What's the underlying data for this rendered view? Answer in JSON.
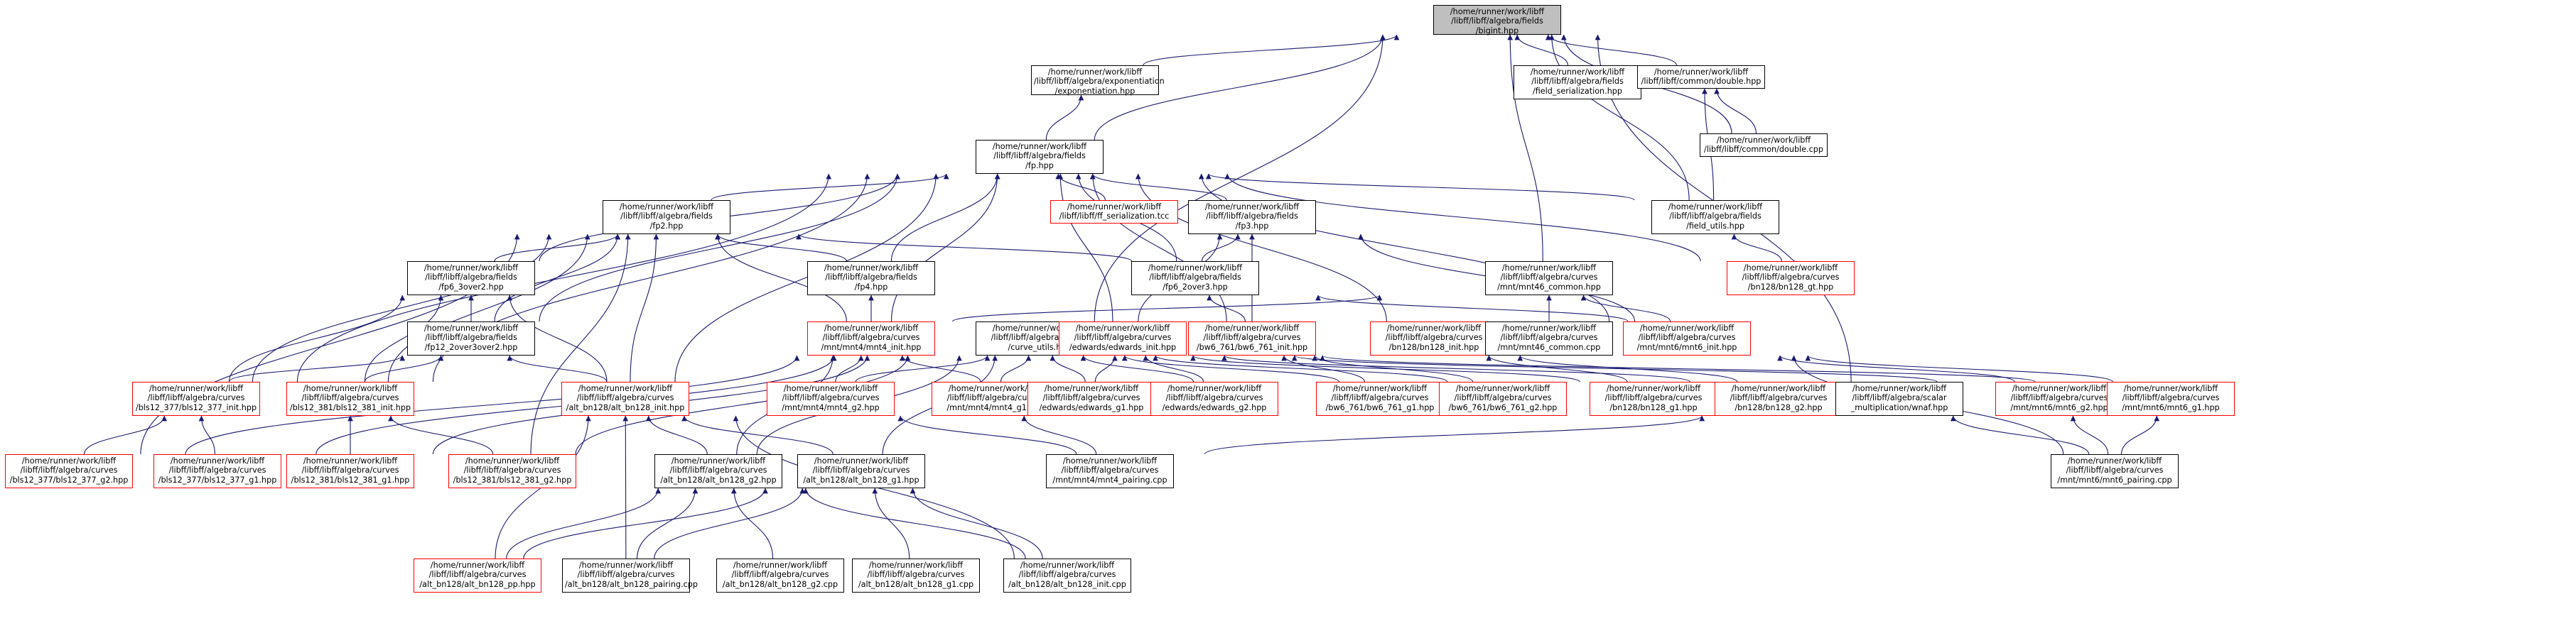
{
  "nodes": [
    {
      "id": "bigint",
      "lines": [
        "/home/runner/work/libff",
        "/libff/libff/algebra/fields",
        "/bigint.hpp"
      ],
      "kind": "grey"
    },
    {
      "id": "expo",
      "lines": [
        "/home/runner/work/libff",
        "/libff/libff/algebra/exponentiation",
        "/exponentiation.hpp"
      ],
      "kind": "plain"
    },
    {
      "id": "fser",
      "lines": [
        "/home/runner/work/libff",
        "/libff/libff/algebra/fields",
        "/field_serialization.hpp"
      ],
      "kind": "plain"
    },
    {
      "id": "dblh",
      "lines": [
        "/home/runner/work/libff",
        "/libff/libff/common/double.hpp"
      ],
      "kind": "plain"
    },
    {
      "id": "fp",
      "lines": [
        "/home/runner/work/libff",
        "/libff/libff/algebra/fields",
        "/fp.hpp"
      ],
      "kind": "plain"
    },
    {
      "id": "dblc",
      "lines": [
        "/home/runner/work/libff",
        "/libff/libff/common/double.cpp"
      ],
      "kind": "plain"
    },
    {
      "id": "ffser",
      "lines": [
        "/home/runner/work/libff",
        "/libff/libff/ff_serialization.tcc"
      ],
      "kind": "red"
    },
    {
      "id": "fp2",
      "lines": [
        "/home/runner/work/libff",
        "/libff/libff/algebra/fields",
        "/fp2.hpp"
      ],
      "kind": "plain"
    },
    {
      "id": "fp3",
      "lines": [
        "/home/runner/work/libff",
        "/libff/libff/algebra/fields",
        "/fp3.hpp"
      ],
      "kind": "plain"
    },
    {
      "id": "futil",
      "lines": [
        "/home/runner/work/libff",
        "/libff/libff/algebra/fields",
        "/field_utils.hpp"
      ],
      "kind": "plain"
    },
    {
      "id": "fp63o2",
      "lines": [
        "/home/runner/work/libff",
        "/libff/libff/algebra/fields",
        "/fp6_3over2.hpp"
      ],
      "kind": "plain"
    },
    {
      "id": "fp4",
      "lines": [
        "/home/runner/work/libff",
        "/libff/libff/algebra/fields",
        "/fp4.hpp"
      ],
      "kind": "plain"
    },
    {
      "id": "fp62o3",
      "lines": [
        "/home/runner/work/libff",
        "/libff/libff/algebra/fields",
        "/fp6_2over3.hpp"
      ],
      "kind": "plain"
    },
    {
      "id": "mnt46c",
      "lines": [
        "/home/runner/work/libff",
        "/libff/libff/algebra/curves",
        "/mnt/mnt46_common.hpp"
      ],
      "kind": "plain"
    },
    {
      "id": "bn128gt",
      "lines": [
        "/home/runner/work/libff",
        "/libff/libff/algebra/curves",
        "/bn128/bn128_gt.hpp"
      ],
      "kind": "red"
    },
    {
      "id": "fp12",
      "lines": [
        "/home/runner/work/libff",
        "/libff/libff/algebra/fields",
        "/fp12_2over3over2.hpp"
      ],
      "kind": "plain"
    },
    {
      "id": "mnt4init",
      "lines": [
        "/home/runner/work/libff",
        "/libff/libff/algebra/curves",
        "/mnt/mnt4/mnt4_init.hpp"
      ],
      "kind": "red"
    },
    {
      "id": "cutils",
      "lines": [
        "/home/runner/work/libff",
        "/libff/libff/algebra/curves",
        "/curve_utils.hpp"
      ],
      "kind": "plain"
    },
    {
      "id": "edinit",
      "lines": [
        "/home/runner/work/libff",
        "/libff/libff/algebra/curves",
        "/edwards/edwards_init.hpp"
      ],
      "kind": "red"
    },
    {
      "id": "bw6init",
      "lines": [
        "/home/runner/work/libff",
        "/libff/libff/algebra/curves",
        "/bw6_761/bw6_761_init.hpp"
      ],
      "kind": "red"
    },
    {
      "id": "bn128init",
      "lines": [
        "/home/runner/work/libff",
        "/libff/libff/algebra/curves",
        "/bn128/bn128_init.hpp"
      ],
      "kind": "red"
    },
    {
      "id": "mnt46cc",
      "lines": [
        "/home/runner/work/libff",
        "/libff/libff/algebra/curves",
        "/mnt/mnt46_common.cpp"
      ],
      "kind": "plain"
    },
    {
      "id": "mnt6init",
      "lines": [
        "/home/runner/work/libff",
        "/libff/libff/algebra/curves",
        "/mnt/mnt6/mnt6_init.hpp"
      ],
      "kind": "red"
    },
    {
      "id": "bls377init",
      "lines": [
        "/home/runner/work/libff",
        "/libff/libff/algebra/curves",
        "/bls12_377/bls12_377_init.hpp"
      ],
      "kind": "red"
    },
    {
      "id": "bls381init",
      "lines": [
        "/home/runner/work/libff",
        "/libff/libff/algebra/curves",
        "/bls12_381/bls12_381_init.hpp"
      ],
      "kind": "red"
    },
    {
      "id": "altinit",
      "lines": [
        "/home/runner/work/libff",
        "/libff/libff/algebra/curves",
        "/alt_bn128/alt_bn128_init.hpp"
      ],
      "kind": "red"
    },
    {
      "id": "mnt4g2",
      "lines": [
        "/home/runner/work/libff",
        "/libff/libff/algebra/curves",
        "/mnt/mnt4/mnt4_g2.hpp"
      ],
      "kind": "red"
    },
    {
      "id": "mnt4g1",
      "lines": [
        "/home/runner/work/libff",
        "/libff/libff/algebra/curves",
        "/mnt/mnt4/mnt4_g1.hpp"
      ],
      "kind": "red"
    },
    {
      "id": "edg1",
      "lines": [
        "/home/runner/work/libff",
        "/libff/libff/algebra/curves",
        "/edwards/edwards_g1.hpp"
      ],
      "kind": "red"
    },
    {
      "id": "edg2",
      "lines": [
        "/home/runner/work/libff",
        "/libff/libff/algebra/curves",
        "/edwards/edwards_g2.hpp"
      ],
      "kind": "red"
    },
    {
      "id": "bw6g1",
      "lines": [
        "/home/runner/work/libff",
        "/libff/libff/algebra/curves",
        "/bw6_761/bw6_761_g1.hpp"
      ],
      "kind": "red"
    },
    {
      "id": "bw6g2",
      "lines": [
        "/home/runner/work/libff",
        "/libff/libff/algebra/curves",
        "/bw6_761/bw6_761_g2.hpp"
      ],
      "kind": "red"
    },
    {
      "id": "bn128g1",
      "lines": [
        "/home/runner/work/libff",
        "/libff/libff/algebra/curves",
        "/bn128/bn128_g1.hpp"
      ],
      "kind": "red"
    },
    {
      "id": "bn128g2",
      "lines": [
        "/home/runner/work/libff",
        "/libff/libff/algebra/curves",
        "/bn128/bn128_g2.hpp"
      ],
      "kind": "red"
    },
    {
      "id": "wnaf",
      "lines": [
        "/home/runner/work/libff",
        "/libff/libff/algebra/scalar",
        "_multiplication/wnaf.hpp"
      ],
      "kind": "plain"
    },
    {
      "id": "mnt6g2",
      "lines": [
        "/home/runner/work/libff",
        "/libff/libff/algebra/curves",
        "/mnt/mnt6/mnt6_g2.hpp"
      ],
      "kind": "red"
    },
    {
      "id": "mnt6g1",
      "lines": [
        "/home/runner/work/libff",
        "/libff/libff/algebra/curves",
        "/mnt/mnt6/mnt6_g1.hpp"
      ],
      "kind": "red"
    },
    {
      "id": "bls377g2",
      "lines": [
        "/home/runner/work/libff",
        "/libff/libff/algebra/curves",
        "/bls12_377/bls12_377_g2.hpp"
      ],
      "kind": "red"
    },
    {
      "id": "bls377g1",
      "lines": [
        "/home/runner/work/libff",
        "/libff/libff/algebra/curves",
        "/bls12_377/bls12_377_g1.hpp"
      ],
      "kind": "red"
    },
    {
      "id": "bls381g1",
      "lines": [
        "/home/runner/work/libff",
        "/libff/libff/algebra/curves",
        "/bls12_381/bls12_381_g1.hpp"
      ],
      "kind": "red"
    },
    {
      "id": "bls381g2",
      "lines": [
        "/home/runner/work/libff",
        "/libff/libff/algebra/curves",
        "/bls12_381/bls12_381_g2.hpp"
      ],
      "kind": "red"
    },
    {
      "id": "altg2",
      "lines": [
        "/home/runner/work/libff",
        "/libff/libff/algebra/curves",
        "/alt_bn128/alt_bn128_g2.hpp"
      ],
      "kind": "plain"
    },
    {
      "id": "altg1",
      "lines": [
        "/home/runner/work/libff",
        "/libff/libff/algebra/curves",
        "/alt_bn128/alt_bn128_g1.hpp"
      ],
      "kind": "plain"
    },
    {
      "id": "mnt4pair",
      "lines": [
        "/home/runner/work/libff",
        "/libff/libff/algebra/curves",
        "/mnt/mnt4/mnt4_pairing.cpp"
      ],
      "kind": "plain"
    },
    {
      "id": "mnt6pair",
      "lines": [
        "/home/runner/work/libff",
        "/libff/libff/algebra/curves",
        "/mnt/mnt6/mnt6_pairing.cpp"
      ],
      "kind": "plain"
    },
    {
      "id": "altpp",
      "lines": [
        "/home/runner/work/libff",
        "/libff/libff/algebra/curves",
        "/alt_bn128/alt_bn128_pp.hpp"
      ],
      "kind": "red"
    },
    {
      "id": "altpairc",
      "lines": [
        "/home/runner/work/libff",
        "/libff/libff/algebra/curves",
        "/alt_bn128/alt_bn128_pairing.cpp"
      ],
      "kind": "plain"
    },
    {
      "id": "altg2c",
      "lines": [
        "/home/runner/work/libff",
        "/libff/libff/algebra/curves",
        "/alt_bn128/alt_bn128_g2.cpp"
      ],
      "kind": "plain"
    },
    {
      "id": "altg1c",
      "lines": [
        "/home/runner/work/libff",
        "/libff/libff/algebra/curves",
        "/alt_bn128/alt_bn128_g1.cpp"
      ],
      "kind": "plain"
    },
    {
      "id": "altinitc",
      "lines": [
        "/home/runner/work/libff",
        "/libff/libff/algebra/curves",
        "/alt_bn128/alt_bn128_init.cpp"
      ],
      "kind": "plain"
    }
  ],
  "edges": [
    [
      "expo",
      "bigint"
    ],
    [
      "fser",
      "bigint"
    ],
    [
      "dblh",
      "bigint"
    ],
    [
      "fp",
      "bigint"
    ],
    [
      "dblc",
      "bigint"
    ],
    [
      "futil",
      "bigint"
    ],
    [
      "cutils",
      "bigint"
    ],
    [
      "mnt46c",
      "bigint"
    ],
    [
      "wnaf",
      "bigint"
    ],
    [
      "fp",
      "expo"
    ],
    [
      "dblc",
      "dblh"
    ],
    [
      "futil",
      "dblh"
    ],
    [
      "ffser",
      "fp"
    ],
    [
      "fp2",
      "fp"
    ],
    [
      "fp3",
      "fp"
    ],
    [
      "futil",
      "fp"
    ],
    [
      "fp63o2",
      "fp"
    ],
    [
      "fp4",
      "fp"
    ],
    [
      "fp62o3",
      "fp"
    ],
    [
      "fp12",
      "fp"
    ],
    [
      "mnt4init",
      "fp"
    ],
    [
      "edinit",
      "fp"
    ],
    [
      "bw6init",
      "fp"
    ],
    [
      "bn128init",
      "fp"
    ],
    [
      "mnt6init",
      "fp"
    ],
    [
      "bn128gt",
      "fp"
    ],
    [
      "bls377init",
      "fp"
    ],
    [
      "bls381init",
      "fp"
    ],
    [
      "altinit",
      "fp"
    ],
    [
      "bn128gt",
      "futil"
    ],
    [
      "fp63o2",
      "fp2"
    ],
    [
      "fp4",
      "fp2"
    ],
    [
      "fp62o3",
      "fp2"
    ],
    [
      "fp12",
      "fp2"
    ],
    [
      "mnt4init",
      "fp2"
    ],
    [
      "bls377init",
      "fp2"
    ],
    [
      "bls381init",
      "fp2"
    ],
    [
      "altinit",
      "fp2"
    ],
    [
      "bls377g2",
      "fp2"
    ],
    [
      "bls381g2",
      "fp2"
    ],
    [
      "fp62o3",
      "fp3"
    ],
    [
      "edinit",
      "fp3"
    ],
    [
      "bw6init",
      "fp3"
    ],
    [
      "mnt6init",
      "fp3"
    ],
    [
      "fp12",
      "fp63o2"
    ],
    [
      "bls377init",
      "fp63o2"
    ],
    [
      "bls381init",
      "fp63o2"
    ],
    [
      "altinit",
      "fp63o2"
    ],
    [
      "mnt4init",
      "fp4"
    ],
    [
      "bw6init",
      "fp62o3"
    ],
    [
      "mnt6init",
      "fp62o3"
    ],
    [
      "mnt4init",
      "mnt46c"
    ],
    [
      "mnt46cc",
      "mnt46c"
    ],
    [
      "mnt6init",
      "mnt46c"
    ],
    [
      "bls377init",
      "fp12"
    ],
    [
      "bls381init",
      "fp12"
    ],
    [
      "altinit",
      "fp12"
    ],
    [
      "mnt4g2",
      "mnt4init"
    ],
    [
      "mnt4g1",
      "mnt4init"
    ],
    [
      "altg2",
      "mnt4init"
    ],
    [
      "mnt4g2",
      "cutils"
    ],
    [
      "mnt4g1",
      "cutils"
    ],
    [
      "edg1",
      "cutils"
    ],
    [
      "edg2",
      "cutils"
    ],
    [
      "bw6g1",
      "cutils"
    ],
    [
      "bw6g2",
      "cutils"
    ],
    [
      "bn128g1",
      "cutils"
    ],
    [
      "bn128g2",
      "cutils"
    ],
    [
      "mnt6g2",
      "cutils"
    ],
    [
      "mnt6g1",
      "cutils"
    ],
    [
      "bls377g2",
      "cutils"
    ],
    [
      "bls377g1",
      "cutils"
    ],
    [
      "bls381g1",
      "cutils"
    ],
    [
      "bls381g2",
      "cutils"
    ],
    [
      "altg2",
      "cutils"
    ],
    [
      "altg1",
      "cutils"
    ],
    [
      "edg1",
      "edinit"
    ],
    [
      "edg2",
      "edinit"
    ],
    [
      "bw6g1",
      "bw6init"
    ],
    [
      "bw6g2",
      "bw6init"
    ],
    [
      "bn128g1",
      "bn128init"
    ],
    [
      "bn128g2",
      "bn128init"
    ],
    [
      "mnt6g2",
      "mnt6init"
    ],
    [
      "mnt6g1",
      "mnt6init"
    ],
    [
      "mnt6pair",
      "mnt6init"
    ],
    [
      "bls377g2",
      "bls377init"
    ],
    [
      "bls377g1",
      "bls377init"
    ],
    [
      "bls381g1",
      "bls381init"
    ],
    [
      "bls381g2",
      "bls381init"
    ],
    [
      "altg2",
      "altinit"
    ],
    [
      "altg1",
      "altinit"
    ],
    [
      "altpp",
      "altinit"
    ],
    [
      "altpairc",
      "altinit"
    ],
    [
      "altinitc",
      "altinit"
    ],
    [
      "mnt4pair",
      "mnt4g2"
    ],
    [
      "mnt4pair",
      "mnt4g1"
    ],
    [
      "mnt4pair",
      "wnaf"
    ],
    [
      "mnt6pair",
      "wnaf"
    ],
    [
      "mnt6pair",
      "mnt6g1"
    ],
    [
      "mnt6pair",
      "mnt6g2"
    ],
    [
      "altpp",
      "altg2"
    ],
    [
      "altpairc",
      "altg2"
    ],
    [
      "altg2c",
      "altg2"
    ],
    [
      "altinitc",
      "altg2"
    ],
    [
      "altpp",
      "altg1"
    ],
    [
      "altg1c",
      "altg1"
    ],
    [
      "altinitc",
      "altg1"
    ],
    [
      "altpairc",
      "altg1"
    ]
  ]
}
